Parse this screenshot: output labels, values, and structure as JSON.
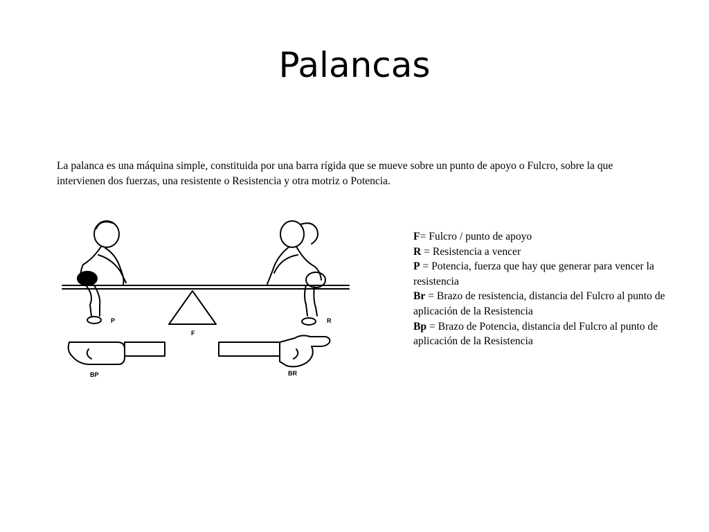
{
  "slide": {
    "title": "Palancas",
    "intro": "La palanca es una máquina simple, constituida por una barra rígida que se mueve sobre un punto de apoyo o Fulcro, sobre la que intervienen dos fuerzas, una resistente o Resistencia y otra motriz o Potencia."
  },
  "figure": {
    "label_p": "P",
    "label_r": "R",
    "label_f": "F",
    "label_bp": "BP",
    "label_br": "BR"
  },
  "definitions": [
    {
      "term": "F",
      "sep": "= ",
      "text": "Fulcro / punto de apoyo"
    },
    {
      "term": "R",
      "sep": " = ",
      "text": "Resistencia a vencer"
    },
    {
      "term": "P",
      "sep": " = ",
      "text": "Potencia, fuerza que hay que generar para vencer la resistencia"
    },
    {
      "term": "Br",
      "sep": " = ",
      "text": "Brazo de resistencia, distancia del Fulcro al punto de aplicación de la Resistencia"
    },
    {
      "term": "Bp",
      "sep": " = ",
      "text": "Brazo de Potencia, distancia del Fulcro al punto de aplicación de la Resistencia"
    }
  ]
}
